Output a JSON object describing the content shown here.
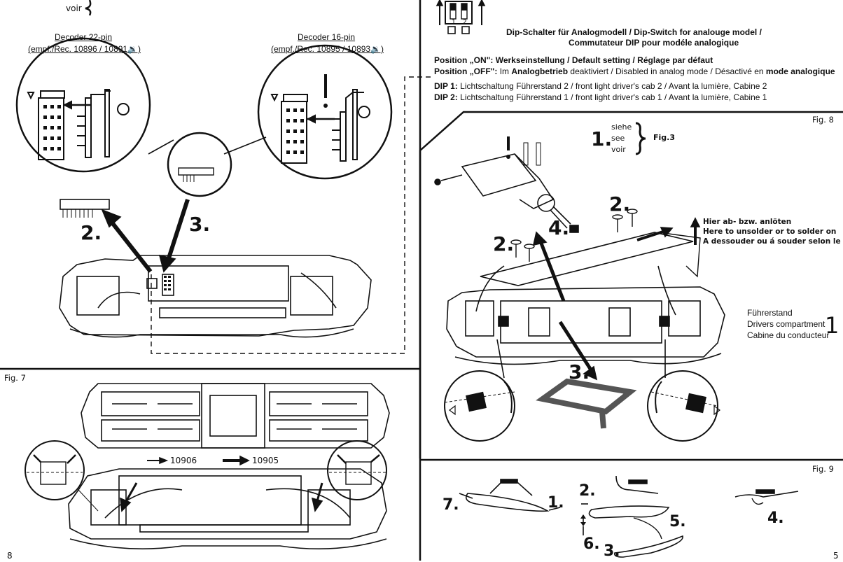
{
  "left": {
    "top_voir": "voir",
    "decoder22": {
      "title": "Decoder 22-pin",
      "ref": "(empf./Rec. 10896 / 10891🔉)"
    },
    "decoder16": {
      "title": "Decoder 16-pin",
      "ref": "(empf./Rec. 10895 / 10893🔉)"
    },
    "step2": "2.",
    "step3": "3.",
    "fig7": "Fig. 7",
    "arrow1_label": "10906",
    "arrow2_label": "10905",
    "page_number": "8"
  },
  "right": {
    "dip_numbers": [
      "1",
      "2"
    ],
    "dip_title_line1": "Dip-Schalter für Analogmodell / Dip-Switch for analouge model /",
    "dip_title_line2": "Commutateur DIP pour modéle analogique",
    "pos_on_label": "Position „ON\":",
    "pos_on_text": "Werkseinstellung / Default setting / Réglage par défaut",
    "pos_off_label": "Position „OFF\":",
    "pos_off_pre": "Im",
    "pos_off_bold1": "Analogbetrieb",
    "pos_off_mid": "deaktiviert / Disabled in analog mode / Désactivé en",
    "pos_off_bold2": "mode analogique",
    "dip1_label": "DIP 1:",
    "dip1_text": "Lichtschaltung Führerstand 2 / front light driver's cab 2 / Avant la lumière, Cabine 2",
    "dip2_label": "DIP 2:",
    "dip2_text": "Lichtschaltung Führerstand 1 / front light driver's cab 1 / Avant la lumière, Cabine 1",
    "fig8": "Fig. 8",
    "step1": "1.",
    "siehe": [
      "siehe",
      "see",
      "voir"
    ],
    "fig3_ref": "Fig.3",
    "step2a": "2.",
    "step2b": "2.",
    "step3": "3.",
    "step4": "4.",
    "solder": [
      "Hier ab- bzw. anlöten",
      "Here to unsolder or to solder on",
      "A dessouder ou á souder selon le cas"
    ],
    "cab": [
      "Führerstand",
      "Drivers compartment",
      "Cabine du conducteur"
    ],
    "cab_number": "1",
    "fig9": "Fig. 9",
    "fig9_steps": {
      "s1": "1.",
      "s2": "2.",
      "s3": "3.",
      "s4": "4.",
      "s5": "5.",
      "s6": "6.",
      "s7": "7."
    },
    "page_number": "5"
  }
}
